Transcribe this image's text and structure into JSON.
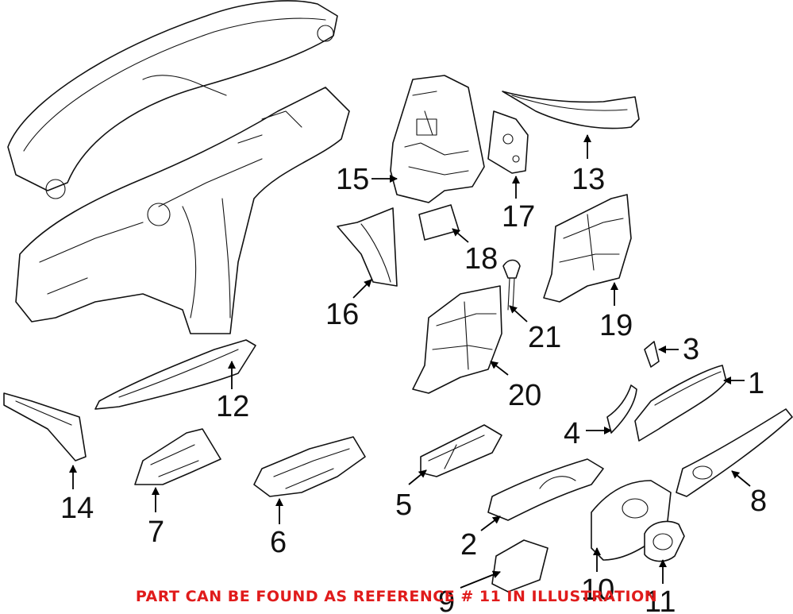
{
  "diagram": {
    "callouts": [
      "1",
      "2",
      "3",
      "4",
      "5",
      "6",
      "7",
      "8",
      "9",
      "10",
      "11",
      "12",
      "13",
      "14",
      "15",
      "16",
      "17",
      "18",
      "19",
      "20",
      "21"
    ]
  },
  "notice": {
    "text": "PART CAN BE FOUND AS REFERENCE # 11 IN ILLUSTRATION",
    "color": "#e01b1b"
  }
}
